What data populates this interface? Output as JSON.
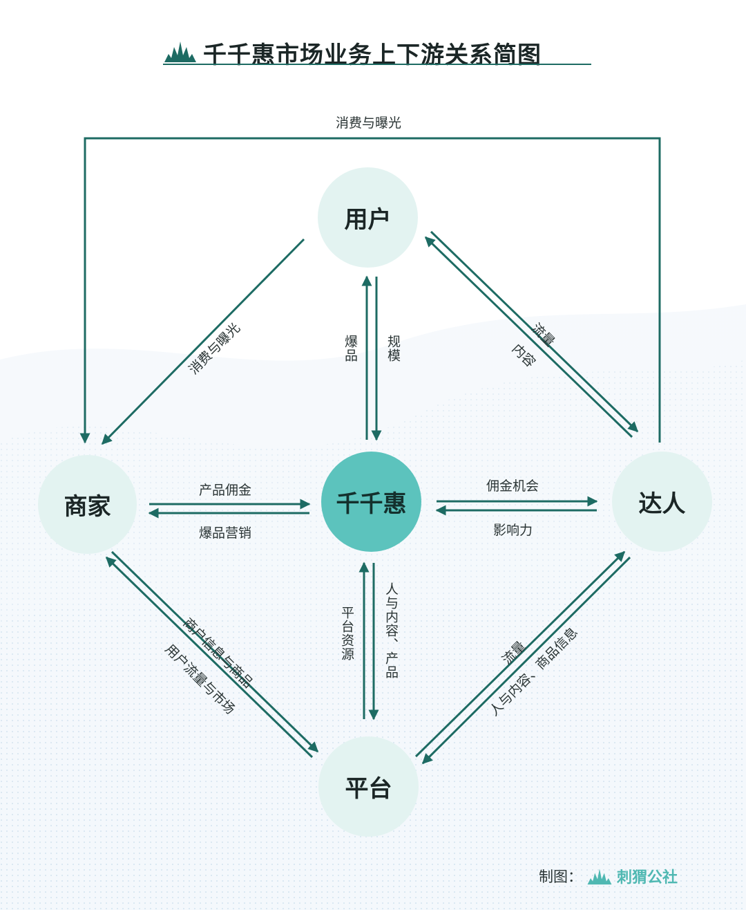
{
  "title": "千千惠市场业务上下游关系简图",
  "nodes": {
    "user": "用户",
    "center": "千千惠",
    "merchant": "商家",
    "influencer": "达人",
    "platform": "平台"
  },
  "edges": {
    "top_loop": "消费与曝光",
    "user_to_merchant": "消费与曝光",
    "user_center_left": "爆品",
    "user_center_right": "规模",
    "user_influencer_outer": "流量",
    "user_influencer_inner": "内容",
    "merchant_center_top": "产品佣金",
    "merchant_center_bottom": "爆品营销",
    "center_influencer_top": "佣金机会",
    "center_influencer_bottom": "影响力",
    "center_platform_left": "平台资源",
    "center_platform_right": "人与内容、产品",
    "merchant_platform_outer": "商户信息与商品",
    "merchant_platform_inner": "用户流量与市场",
    "influencer_platform_outer": "流量",
    "influencer_platform_inner": "人与内容、商品信息"
  },
  "credit": {
    "label": "制图：",
    "brand": "刺猬公社"
  },
  "colors": {
    "arrow": "#1d6b63",
    "node_light": "#e3f3f1",
    "node_center": "#5cc3bd",
    "brand": "#4fb8b2"
  }
}
